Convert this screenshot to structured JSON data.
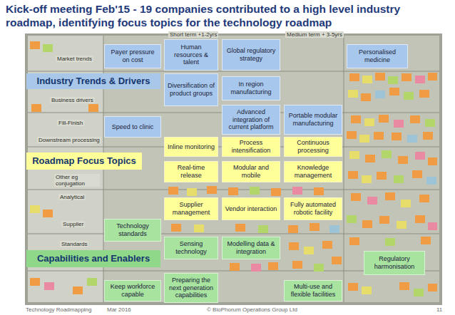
{
  "diagram": {
    "title": "Kick-off meeting Feb'15 - 19 companies contributed to a high level industry roadmap, identifying focus topics for the technology roadmap",
    "nodes": [
      {
        "text": [
          "Payer pressure on cost"
        ]
      },
      {
        "text": [
          "Human resources & talent"
        ]
      },
      {
        "text": [
          "Global regulatory strategy"
        ]
      },
      {
        "text": [
          "Personalised medicine"
        ]
      },
      {
        "text": [
          "Industry Trends & Drivers"
        ]
      },
      {
        "text": [
          "Diversification of product groups"
        ]
      },
      {
        "text": [
          "In region manufacturing"
        ]
      },
      {
        "text": [
          "Speed to clinic"
        ]
      },
      {
        "text": [
          "Advanced integration of current platform"
        ]
      },
      {
        "text": [
          "Portable modular manufacturing"
        ]
      },
      {
        "text": [
          "Inline monitoring"
        ]
      },
      {
        "text": [
          "Process intensification"
        ]
      },
      {
        "text": [
          "Continuous processing"
        ]
      },
      {
        "text": [
          "Roadmap Focus Topics"
        ]
      },
      {
        "text": [
          "Real-time release"
        ]
      },
      {
        "text": [
          "Modular and mobile"
        ]
      },
      {
        "text": [
          "Knowledge management"
        ]
      },
      {
        "text": [
          "Supplier management"
        ]
      },
      {
        "text": [
          "Vendor interaction"
        ]
      },
      {
        "text": [
          "Fully automated robotic facility"
        ]
      },
      {
        "text": [
          "Technology standards"
        ]
      },
      {
        "text": [
          "Sensing technology"
        ]
      },
      {
        "text": [
          "Modelling data & integration"
        ]
      },
      {
        "text": [
          "Capabilities and Enablers"
        ]
      },
      {
        "text": [
          "Regulatory harmonisation"
        ]
      },
      {
        "text": [
          "Keep workforce capable"
        ]
      },
      {
        "text": [
          "Preparing the next generation capabilities"
        ]
      },
      {
        "text": [
          "Multi-use and flexible facilities"
        ]
      }
    ],
    "labels": [
      "Short term +1-2yrs",
      "Medium term + 3-5yrs",
      "Market trends",
      "Business drivers",
      "Fill-Finish",
      "Downstream processing",
      "Other eg conjugation",
      "Analytical",
      "Supplier",
      "Standards",
      "Technology Roadmapping",
      "Mar 2016",
      "© BioPhorum Operations Group Ltd",
      "11"
    ]
  }
}
